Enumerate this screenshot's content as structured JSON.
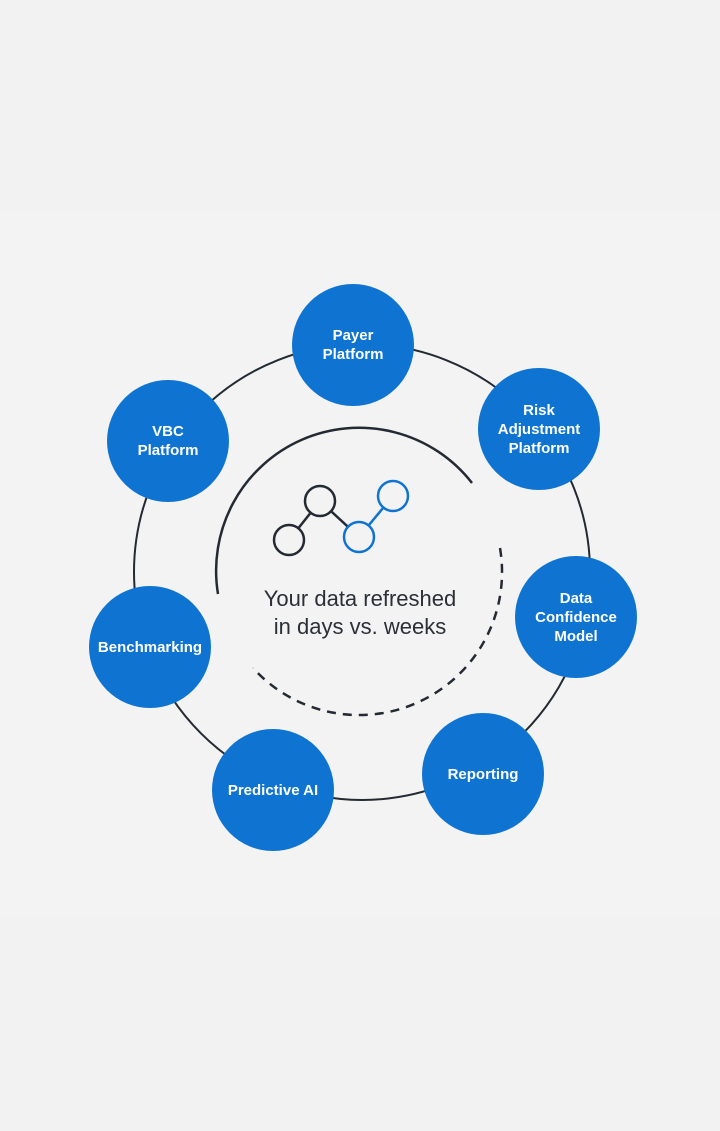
{
  "center": {
    "text": "Your data refreshed\nin days vs. weeks"
  },
  "nodes": [
    {
      "label": "Payer\nPlatform"
    },
    {
      "label": "Risk\nAdjustment\nPlatform"
    },
    {
      "label": "Data\nConfidence\nModel"
    },
    {
      "label": "Reporting"
    },
    {
      "label": "Predictive AI"
    },
    {
      "label": "Benchmarking"
    },
    {
      "label": "VBC\nPlatform"
    }
  ],
  "colors": {
    "accent": "#0f74d1",
    "dark": "#242a33",
    "background": "#f2f2f2"
  }
}
